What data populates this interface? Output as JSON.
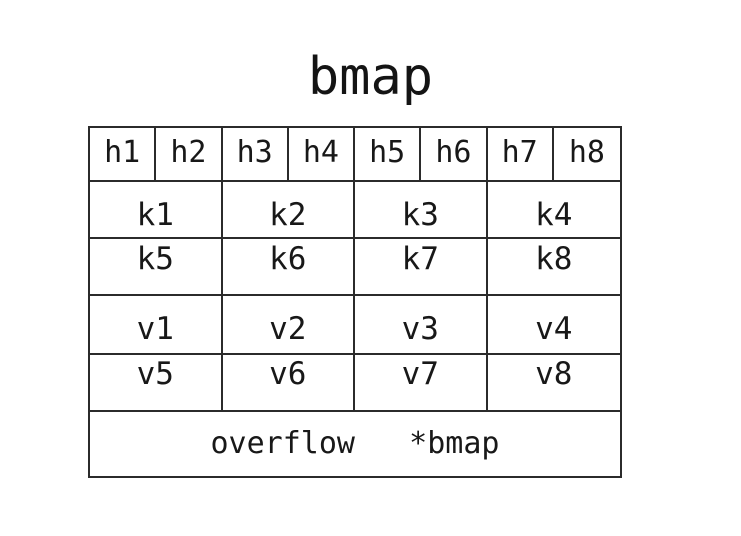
{
  "title": "bmap",
  "table": {
    "header_row": {
      "name": "hash-top-bytes-row",
      "cells": [
        "h1",
        "h2",
        "h3",
        "h4",
        "h5",
        "h6",
        "h7",
        "h8"
      ]
    },
    "key_rows": [
      {
        "name": "keys-row-1",
        "cells": [
          "k1",
          "k2",
          "k3",
          "k4"
        ]
      },
      {
        "name": "keys-row-2",
        "cells": [
          "k5",
          "k6",
          "k7",
          "k8"
        ]
      }
    ],
    "value_rows": [
      {
        "name": "values-row-1",
        "cells": [
          "v1",
          "v2",
          "v3",
          "v4"
        ]
      },
      {
        "name": "values-row-2",
        "cells": [
          "v5",
          "v6",
          "v7",
          "v8"
        ]
      }
    ],
    "overflow_row": {
      "name": "overflow-pointer-row",
      "text": "overflow   *bmap",
      "label": "overflow",
      "pointer": "*bmap"
    }
  },
  "style": {
    "background": "#ffffff",
    "line_color": "#2b2b2b",
    "text_color": "#181818"
  }
}
